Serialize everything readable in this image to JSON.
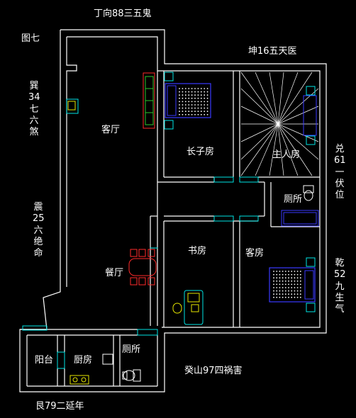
{
  "figure_label": "图七",
  "directions": {
    "top": "丁向88三五鬼",
    "top_right": "坤16五天医",
    "left_upper": [
      "巽",
      "34",
      "七",
      "六",
      "煞"
    ],
    "left_lower": [
      "震",
      "25",
      "六",
      "绝",
      "命"
    ],
    "right_upper": [
      "兑",
      "61",
      "一",
      "伏",
      "位"
    ],
    "right_lower": [
      "乾",
      "52",
      "九",
      "生",
      "气"
    ],
    "bottom_right": "癸山97四祸害",
    "bottom_left": "艮79二延年"
  },
  "rooms": {
    "living": "客厅",
    "eldest_son": "长子房",
    "master": "主人房",
    "toilet_right": "厕所",
    "study": "书房",
    "guest": "客房",
    "dining": "餐厅",
    "balcony": "阳台",
    "kitchen": "厨房",
    "toilet_bottom": "厕所"
  },
  "colors": {
    "wall": "#ffffff",
    "door": "#00e5e5",
    "bed": "#3a3aff",
    "furniture_red": "#ff2a2a",
    "furniture_yellow": "#e6e600",
    "plant_green": "#2ec82e",
    "sunburst": "#ffffff"
  }
}
